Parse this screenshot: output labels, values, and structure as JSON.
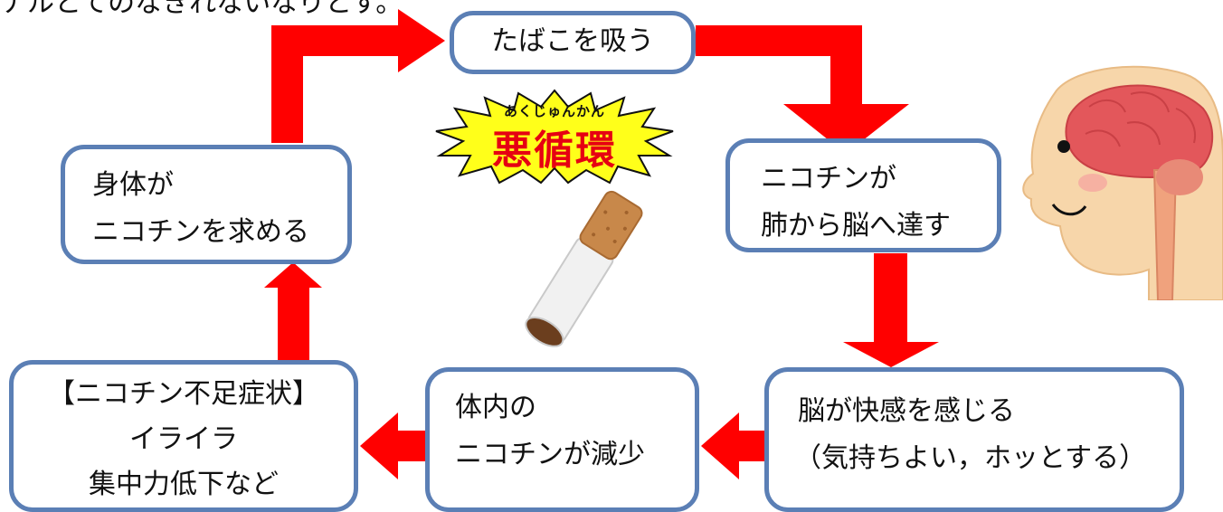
{
  "top_fragment": "ナルとてのなきれないなりとす。",
  "boxes": {
    "smoke": "たばこを吸う",
    "nicotine_reaches": [
      "ニコチンが",
      "肺から脳へ達す"
    ],
    "pleasure": [
      "脳が快感を感じる",
      "（気持ちよい，ホッとする）"
    ],
    "decrease": [
      "体内の",
      "ニコチンが減少"
    ],
    "withdrawal": [
      "【ニコチン不足症状】",
      "イライラ",
      "集中力低下など"
    ],
    "craving": [
      "身体が",
      "ニコチンを求める"
    ]
  },
  "burst": {
    "ruby": "あくじゅんかん",
    "title": "悪循環"
  },
  "illustrations": [
    "cigarette-icon",
    "brain-head-icon"
  ],
  "colors": {
    "arrow": "#ff0000",
    "box_border": "#5b7fb5",
    "burst_fill": "#ffff1a",
    "title": "#e60012"
  }
}
